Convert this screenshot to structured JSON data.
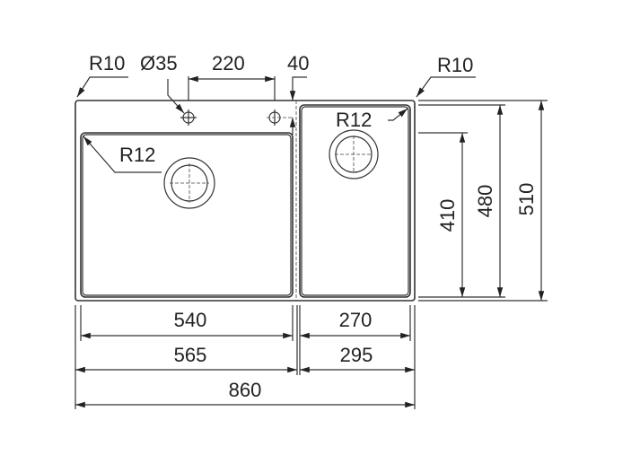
{
  "labels": {
    "outer_radius_left": "R10",
    "tap_hole_diameter": "Ø35",
    "tap_hole_spacing": "220",
    "tap_hole_offset": "40",
    "outer_radius_right": "R10",
    "large_bowl_radius": "R12",
    "small_bowl_radius": "R12"
  },
  "dimensions": {
    "large_bowl_width": "540",
    "small_bowl_width": "270",
    "large_section_width": "565",
    "small_section_width": "295",
    "total_width": "860",
    "small_bowl_depth": "410",
    "bowl_depth": "480",
    "total_depth": "510"
  }
}
